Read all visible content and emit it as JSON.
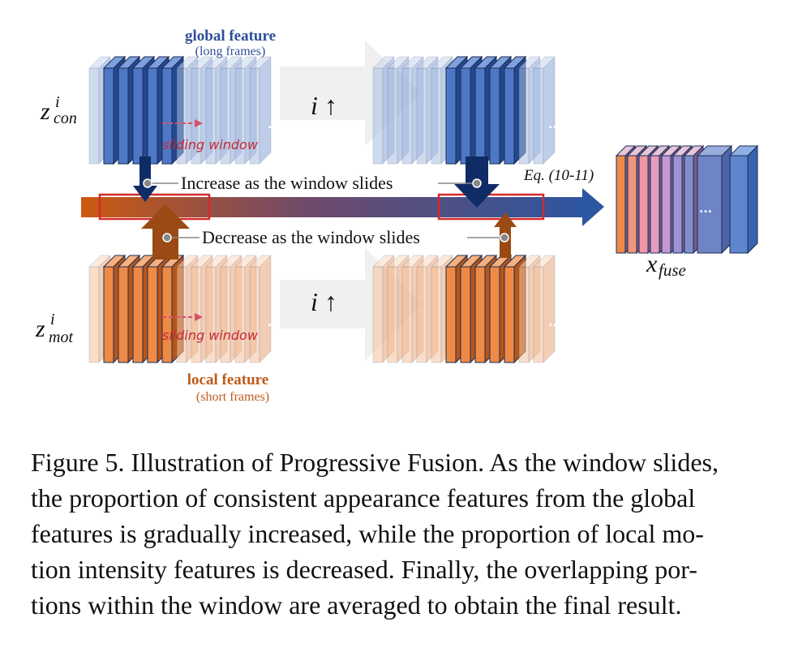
{
  "global_label": "global feature",
  "global_sub": "(long frames)",
  "local_label": "local feature",
  "local_sub": "(short frames)",
  "z_con_base": "z",
  "z_con_sup": "i",
  "z_con_sub": "con",
  "z_mot_base": "z",
  "z_mot_sup": "i",
  "z_mot_sub": "mot",
  "sliding_window_top": "sliding window",
  "sliding_window_bottom": "sliding window",
  "i_up_top": "i ↑",
  "i_up_bottom": "i ↑",
  "increase_text": "Increase as the window slides",
  "decrease_text": "Decrease as the window slides",
  "eq_ref": "Eq. (10-11)",
  "x_fuse_base": "x",
  "x_fuse_sub": "fuse",
  "ellipsis": "...",
  "caption_lines": [
    "Figure 5. Illustration of Progressive Fusion. As the window slides,",
    "the proportion of consistent appearance features from the global",
    "features is gradually increased, while the proportion of local mo-",
    "tion intensity features is decreased.  Finally, the overlapping por-",
    "tions within the window are averaged to obtain the final result."
  ],
  "colors": {
    "blue_dark": "#2e5aa8",
    "blue_light": "#9fb6dc",
    "orange": "#e8843f",
    "orange_light": "#f4b98c",
    "navy_arrow": "#0f2c66",
    "brown_arrow": "#9a4a12",
    "red_box": "#d42a2a",
    "global_text": "#2f4f9a",
    "local_text": "#c05a1a"
  }
}
